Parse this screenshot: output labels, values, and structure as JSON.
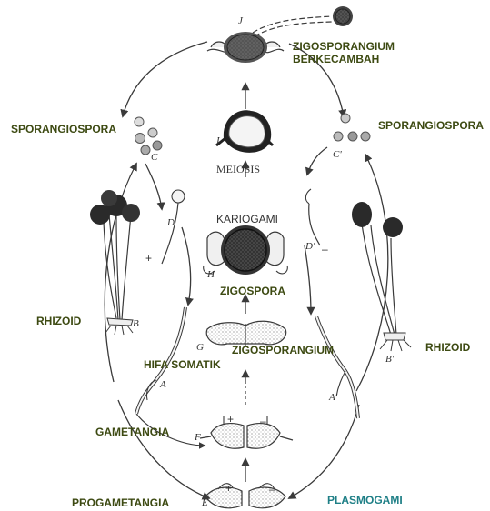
{
  "colors": {
    "label_olive": "#3d4a12",
    "label_teal": "#1e7f86",
    "label_plain": "#333333",
    "ink": "#3a3a3a"
  },
  "labels": {
    "zigosporangium_berkecambah_line1": "ZIGOSPORANGIUM",
    "zigosporangium_berkecambah_line2": "BERKECAMBAH",
    "sporangiospora_left": "SPORANGIOSPORA",
    "sporangiospora_right": "SPORANGIOSPORA",
    "meiosis": "MEIOSIS",
    "kariogami": "KARIOGAMI",
    "zigospora": "ZIGOSPORA",
    "rhizoid_left": "RHIZOID",
    "rhizoid_right": "RHIZOID",
    "zigosporangium": "ZIGOSPORANGIUM",
    "hifa_somatik": "HIFA SOMATIK",
    "gametangia": "GAMETANGIA",
    "progametangia": "PROGAMETANGIA",
    "plasmogami": "PLASMOGAMI"
  },
  "stage_letters": {
    "J": "J",
    "I": "I",
    "C": "C",
    "C_prime": "C'",
    "D": "D",
    "D_prime": "D'",
    "H": "H",
    "B": "B",
    "B_prime": "B'",
    "G": "G",
    "A": "A",
    "A_prime": "A'",
    "F": "F",
    "E": "E"
  },
  "signs": {
    "plus_d": "+",
    "minus_d": "–",
    "plus_f": "+",
    "minus_f": "–",
    "plus_e": "+",
    "minus_e": "–"
  }
}
